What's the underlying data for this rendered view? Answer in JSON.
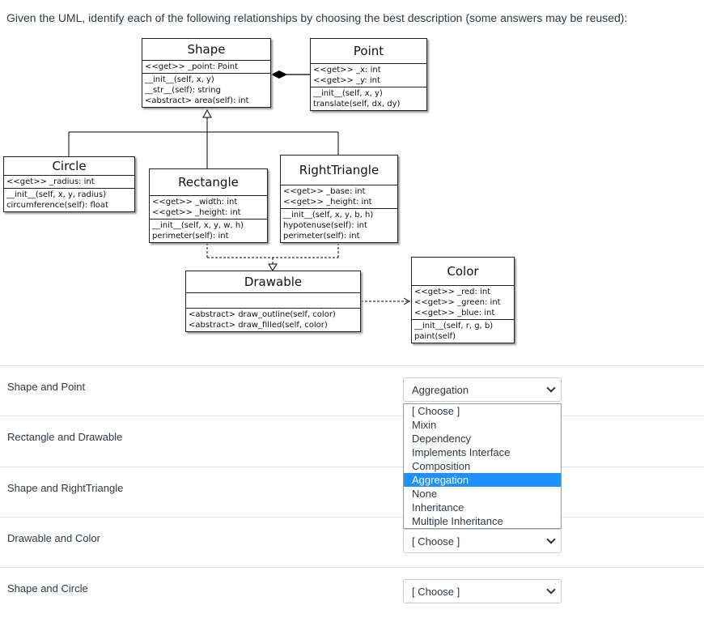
{
  "question": "Given the UML, identify each of the following relationships by choosing the best description (some answers may be reused):",
  "uml": {
    "shape": {
      "name": "Shape",
      "attrs": [
        "<<get>> _point: Point"
      ],
      "methods": [
        "__init__(self, x, y)",
        "__str__(self): string",
        "<abstract> area(self): int"
      ]
    },
    "point": {
      "name": "Point",
      "attrs": [
        "<<get>> _x: int",
        "<<get>> _y: int"
      ],
      "methods": [
        "__init__(self, x, y)",
        "translate(self, dx, dy)"
      ]
    },
    "circle": {
      "name": "Circle",
      "attrs": [
        "<<get>> _radius: int"
      ],
      "methods": [
        "__init__(self, x, y, radius)",
        "circumference(self): float"
      ]
    },
    "rectangle": {
      "name": "Rectangle",
      "attrs": [
        "<<get>> _width: int",
        "<<get>> _height: int"
      ],
      "methods": [
        "__init__(self, x, y, w, h)",
        "perimeter(self): int"
      ]
    },
    "righttriangle": {
      "name": "RightTriangle",
      "attrs": [
        "<<get>> _base: int",
        "<<get>> _height: int"
      ],
      "methods": [
        "__init__(self, x, y, b, h)",
        "hypotenuse(self): int",
        "perimeter(self): int"
      ]
    },
    "drawable": {
      "name": "Drawable",
      "attrs": [],
      "methods": [
        "<abstract> draw_outline(self, color)",
        "<abstract> draw_filled(self, color)"
      ]
    },
    "color": {
      "name": "Color",
      "attrs": [
        "<<get>> _red: int",
        "<<get>> _green: int",
        "<<get>> _blue: int"
      ],
      "methods": [
        "__init__(self, r, g, b)",
        "paint(self)"
      ]
    }
  },
  "rows": [
    {
      "label": "Shape and Point",
      "value": "Aggregation"
    },
    {
      "label": "Rectangle and Drawable",
      "value": ""
    },
    {
      "label": "Shape and RightTriangle",
      "value": ""
    },
    {
      "label": "Drawable and Color",
      "value": "[ Choose ]"
    },
    {
      "label": "Shape and Circle",
      "value": "[ Choose ]"
    }
  ],
  "dropdown": {
    "options": [
      "[ Choose ]",
      "Mixin",
      "Dependency",
      "Implements Interface",
      "Composition",
      "Aggregation",
      "None",
      "Inheritance",
      "Multiple Inheritance"
    ],
    "highlighted": "Aggregation"
  }
}
